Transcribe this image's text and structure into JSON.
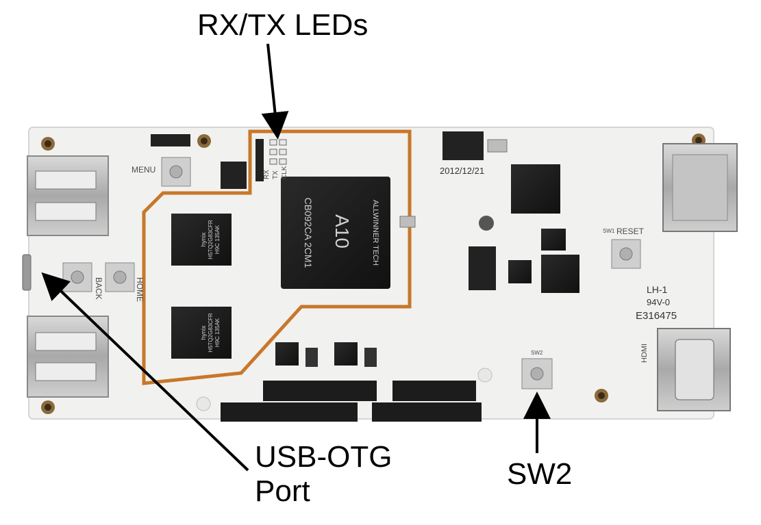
{
  "callouts": {
    "rxtx": "RX/TX LEDs",
    "otg_line1": "USB-OTG",
    "otg_line2": "Port",
    "sw2": "SW2"
  },
  "silkscreen": {
    "menu": "MENU",
    "back": "BACK",
    "home": "HOME",
    "reset": "RESET",
    "hdmi": "HDMI",
    "date": "2012/12/21",
    "lh": "LH-1",
    "rating": "94V-0",
    "cert": "E316475",
    "rx": "RX",
    "tx": "TX",
    "clk": "CLK",
    "sw2_ref": "SW2",
    "sw1_ref": "SW1"
  },
  "soc": {
    "brand": "ALLWINNER TECH",
    "model": "A10",
    "lot": "CB092CA 2CM1"
  },
  "ram_chip": {
    "maker": "hynix",
    "part": "H5TQ2G83CFR",
    "grade": "H9C 135AK"
  },
  "colors": {
    "board": "#f1f1ef",
    "trace": "#c8772a",
    "chip": "#1b1b1b",
    "metal": "#b9b9b9",
    "arrow": "#000000"
  }
}
